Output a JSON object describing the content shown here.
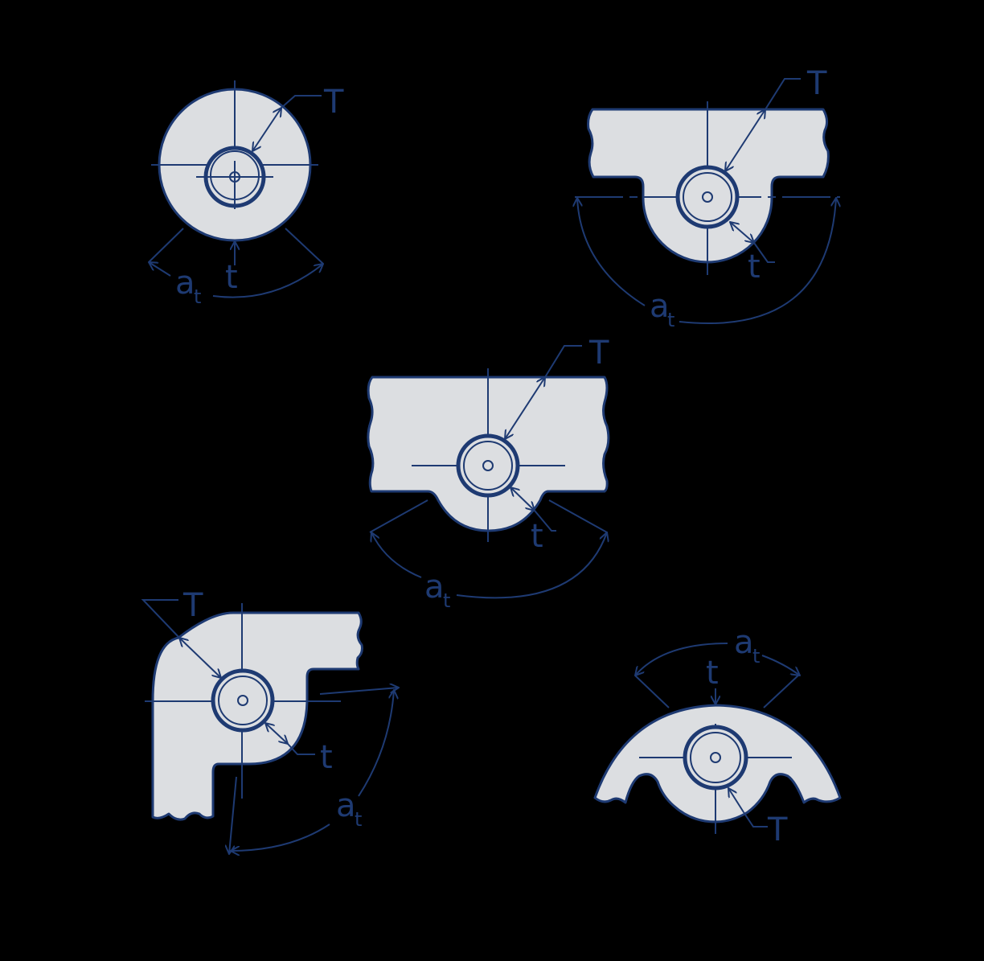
{
  "colors": {
    "background": "#000000",
    "part_fill": "#dcdee1",
    "line": "#1e3a72"
  },
  "labels": {
    "wall_thickness_T": "T",
    "min_thickness_t": "t",
    "angle_symbol": "a",
    "angle_subscript": "t"
  },
  "figures": [
    {
      "id": "fig-1",
      "description": "full round boss",
      "labels": [
        "T",
        "t",
        "a_t"
      ]
    },
    {
      "id": "fig-2",
      "description": "flange with lower semicircular boss",
      "labels": [
        "T",
        "t",
        "a_t"
      ]
    },
    {
      "id": "fig-3",
      "description": "flange with shallow lower boss",
      "labels": [
        "T",
        "t",
        "a_t"
      ]
    },
    {
      "id": "fig-4",
      "description": "elbow corner boss",
      "labels": [
        "T",
        "t",
        "a_t"
      ]
    },
    {
      "id": "fig-5",
      "description": "arched section with boss",
      "labels": [
        "t",
        "a_t",
        "T"
      ]
    }
  ]
}
